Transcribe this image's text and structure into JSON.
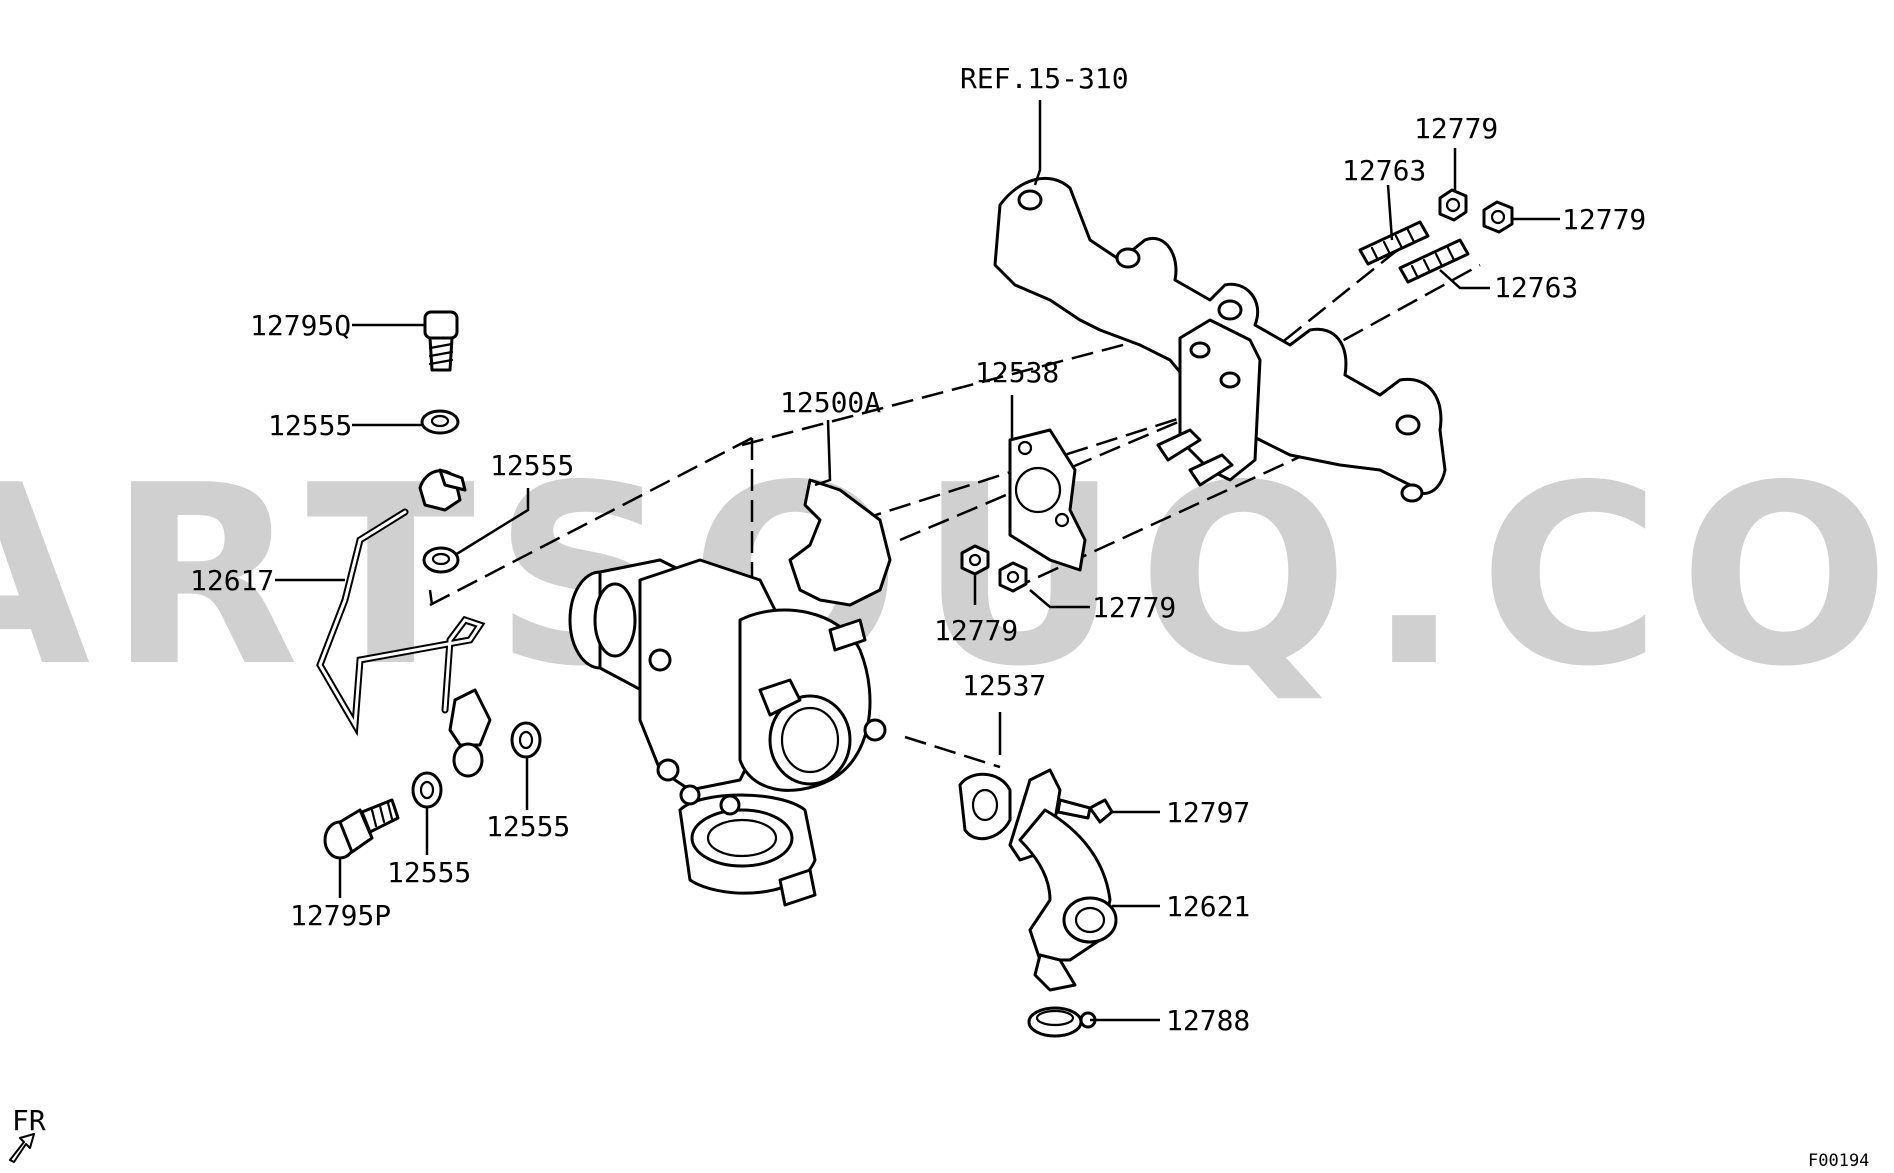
{
  "watermark": "PARTSOUQ.COM",
  "figure_code": "F00194",
  "orientation_label": "FR",
  "callouts": {
    "ref_15_310": "REF.15-310",
    "p12779_a": "12779",
    "p12763_a": "12763",
    "p12779_b": "12779",
    "p12763_b": "12763",
    "p12795q": "12795Q",
    "p12555_a": "12555",
    "p12500a": "12500A",
    "p12538": "12538",
    "p12555_b": "12555",
    "p12617": "12617",
    "p12779_c": "12779",
    "p12779_d": "12779",
    "p12537": "12537",
    "p12797": "12797",
    "p12555_c": "12555",
    "p12555_d": "12555",
    "p12795p": "12795P",
    "p12621": "12621",
    "p12788": "12788"
  }
}
